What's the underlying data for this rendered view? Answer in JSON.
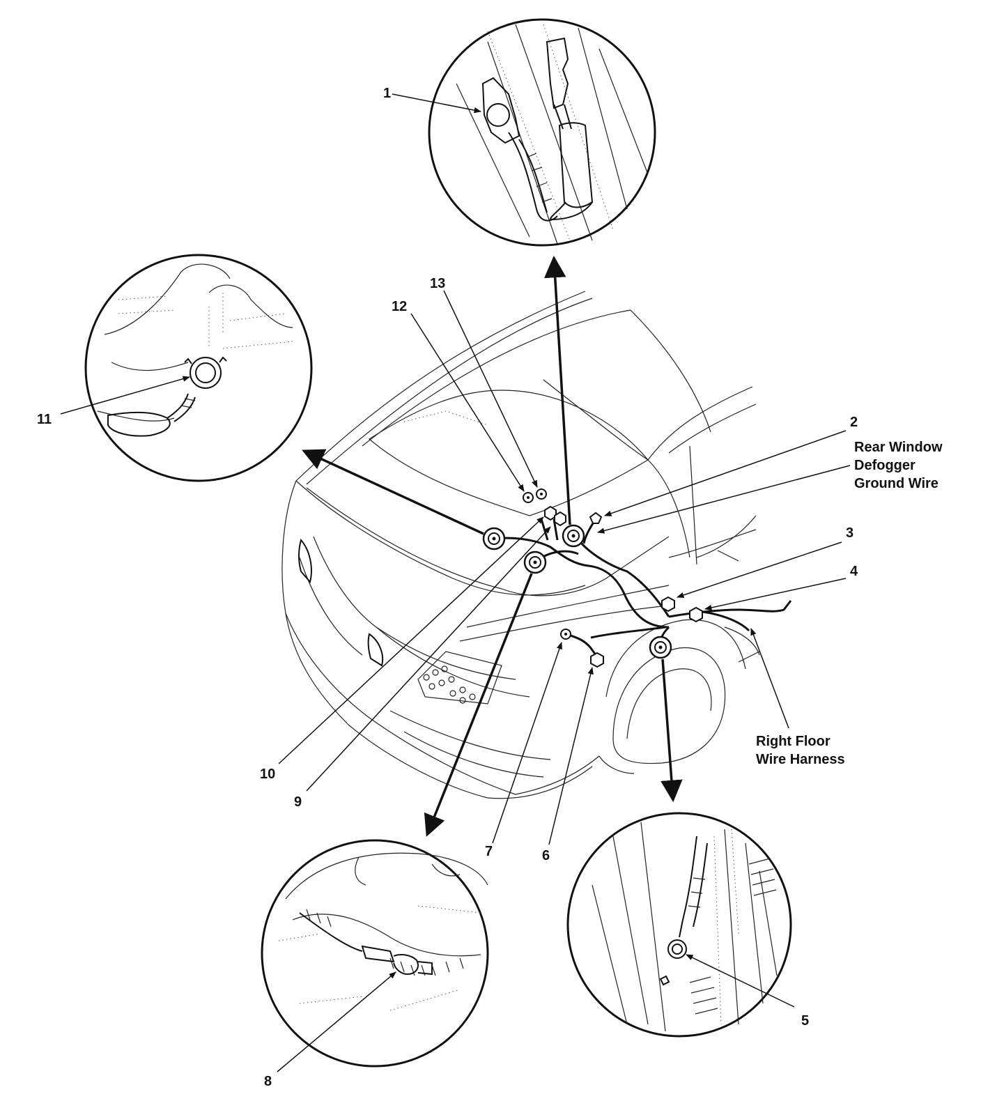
{
  "callouts": {
    "n1": "1",
    "n2": "2",
    "n3": "3",
    "n4": "4",
    "n5": "5",
    "n6": "6",
    "n7": "7",
    "n8": "8",
    "n9": "9",
    "n10": "10",
    "n11": "11",
    "n12": "12",
    "n13": "13"
  },
  "labels": {
    "rear_window_defogger_ground_wire": [
      "Rear Window",
      "Defogger",
      "Ground Wire"
    ],
    "right_floor_wire_harness": [
      "Right Floor",
      "Wire Harness"
    ]
  }
}
